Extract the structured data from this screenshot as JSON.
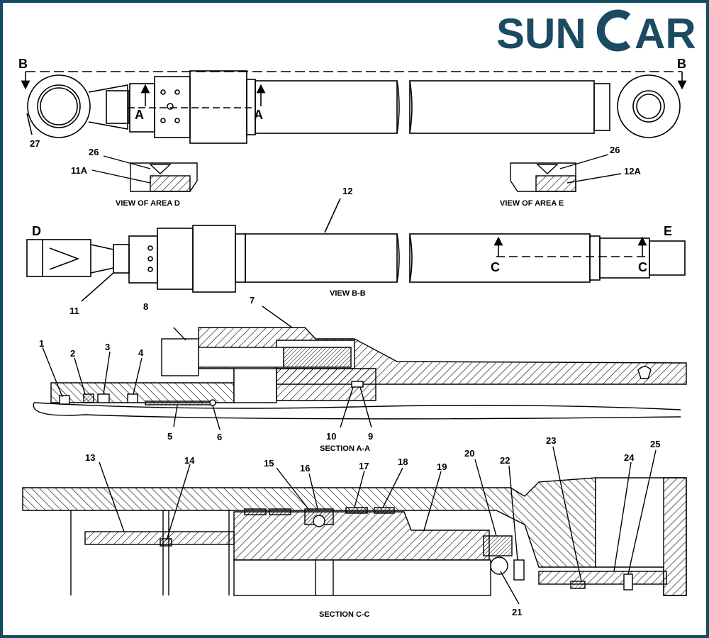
{
  "logo": {
    "text_left": "SUN",
    "text_right": "AR",
    "color": "#1b4a63",
    "accent": "#2a8fc9"
  },
  "frame_color": "#164c63",
  "section_marks": {
    "b_left": "B",
    "b_right": "B",
    "a_left": "A",
    "a_right": "A",
    "d": "D",
    "e": "E",
    "c_left": "C",
    "c_right": "C"
  },
  "captions": {
    "view_area_d": "VIEW OF AREA D",
    "view_area_e": "VIEW OF AREA E",
    "view_bb": "VIEW B-B",
    "section_aa": "SECTION A-A",
    "section_cc": "SECTION C-C"
  },
  "callouts": {
    "c27": "27",
    "c26a": "26",
    "c11a": "11A",
    "c26b": "26",
    "c12a": "12A",
    "c12": "12",
    "c11": "11",
    "c8": "8",
    "c7": "7",
    "c1": "1",
    "c2": "2",
    "c3": "3",
    "c4": "4",
    "c5": "5",
    "c6": "6",
    "c10": "10",
    "c9": "9",
    "c13": "13",
    "c14": "14",
    "c15": "15",
    "c16": "16",
    "c17": "17",
    "c18": "18",
    "c19": "19",
    "c20": "20",
    "c22": "22",
    "c23": "23",
    "c24": "24",
    "c25": "25",
    "c21": "21"
  }
}
